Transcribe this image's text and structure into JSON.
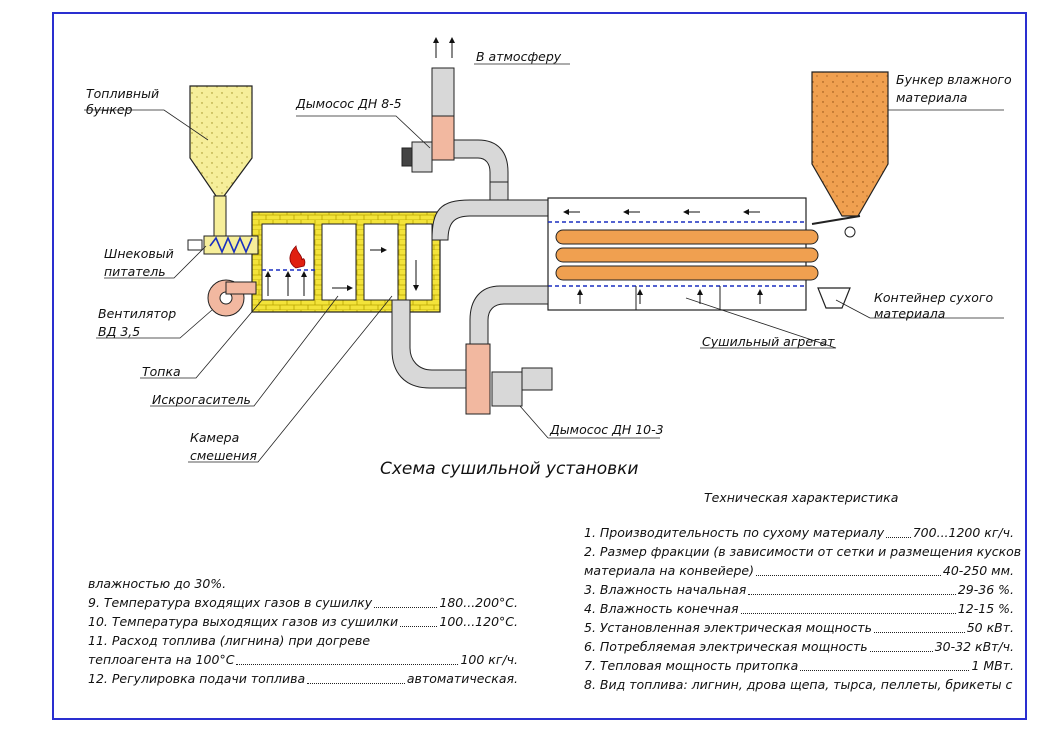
{
  "title": "Схема сушильной установки",
  "labels": {
    "fuel_bunker": [
      "Топливный",
      "бункер"
    ],
    "exhaust_to_atm": "В атмосферу",
    "smoke_exhauster_top": "Дымосос ДН 8-5",
    "wet_bunker": [
      "Бункер влажного",
      "материала"
    ],
    "screw_feeder": [
      "Шнековый",
      "питатель"
    ],
    "fan": [
      "Вентилятор",
      "ВД 3,5"
    ],
    "furnace": "Топка",
    "spark_arrester": "Искрогаситель",
    "mixing_chamber": [
      "Камера",
      "смешения"
    ],
    "dryer": "Сушильный агрегат",
    "dry_container": [
      "Контейнер сухого",
      "материала"
    ],
    "smoke_exhauster_bottom": "Дымосос ДН 10-3"
  },
  "specs_title": "Техническая характеристика",
  "specs_right": [
    {
      "label": "1. Производительность по сухому материалу",
      "value": "700...1200 кг/ч."
    },
    {
      "label": "2. Размер фракции (в зависимости от сетки и размещения кусков",
      "value": ""
    },
    {
      "label": "материала на конвейере)",
      "value": "40-250 мм."
    },
    {
      "label": "3. Влажность начальная",
      "value": "29-36 %."
    },
    {
      "label": "4. Влажность конечная",
      "value": "12-15 %."
    },
    {
      "label": "5. Установленная электрическая мощность",
      "value": "50 кВт."
    },
    {
      "label": "6. Потребляемая электрическая мощность",
      "value": "30-32 кВт/ч."
    },
    {
      "label": "7. Тепловая мощность притопка",
      "value": "1 МВт."
    },
    {
      "label": "8. Вид топлива: лигнин, дрова щепа, тырса, пеллеты, брикеты с",
      "value": ""
    }
  ],
  "specs_left": [
    {
      "label": "влажностью до 30%.",
      "value": ""
    },
    {
      "label": "9. Температура входящих газов в сушилку",
      "value": "180...200°С."
    },
    {
      "label": "10. Температура выходящих газов из сушилки",
      "value": "100...120°С."
    },
    {
      "label": "11. Расход топлива (лигнина) при догреве",
      "value": ""
    },
    {
      "label": "теплоагента на 100°С",
      "value": "100 кг/ч."
    },
    {
      "label": "12. Регулировка подачи топлива",
      "value": "автоматическая."
    }
  ],
  "colors": {
    "frame": "#2a2fd0",
    "brick": "#f3e33a",
    "fuel": "#f6ee9a",
    "wet_material": "#f0a050",
    "duct": "#d8d8d8",
    "exhauster": "#f2b8a0",
    "dashed": "#1a2fc0",
    "flame": "#e02010"
  }
}
